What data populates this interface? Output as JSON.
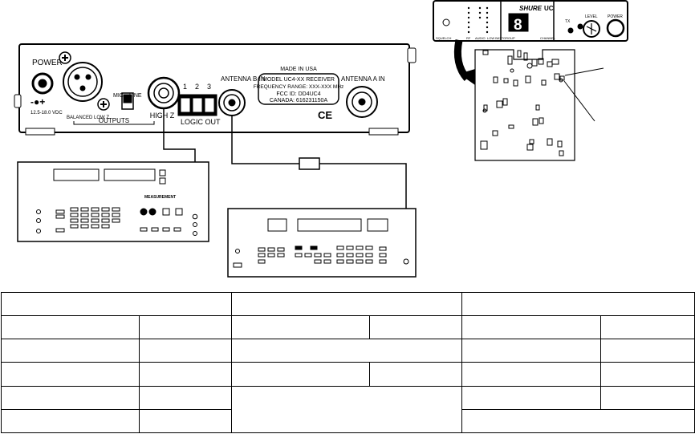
{
  "panel": {
    "power": "POWER",
    "voltage": "12.5-18.0 VDC",
    "balanced": "BALANCED LOW Z",
    "mic": "MIC",
    "line": "LINE",
    "outputs": "OUTPUTS",
    "high_z": "HIGH Z",
    "logic_nums": [
      "1",
      "2",
      "3"
    ],
    "logic_out": "LOGIC  OUT",
    "antenna_b": "ANTENNA B IN",
    "antenna_a": "ANTENNA A IN",
    "made_in": "MADE IN USA",
    "model": "MODEL UC4-XX RECEIVER",
    "frequency": "FREQUENCY RANGE: XXX-XXX MHz",
    "fcc": "FCC ID: DD4UC4",
    "canada": "CANADA: 616231150A",
    "ce": "CE"
  },
  "front": {
    "squelch": "SQUELCH",
    "rf": "RF",
    "audio": "AUDIO",
    "low_batt": "LOW BATT",
    "group": "GROUP",
    "channel": "CHANNEL",
    "brand": "SHURE",
    "uc": "UC",
    "level": "LEVEL",
    "power": "POWER",
    "tx": "TX",
    "display": "8"
  },
  "analyzer": {
    "measurement": "MEASUREMENT"
  },
  "colors": {
    "line": "#000000",
    "background": "#ffffff",
    "screen": "#ffffff"
  }
}
